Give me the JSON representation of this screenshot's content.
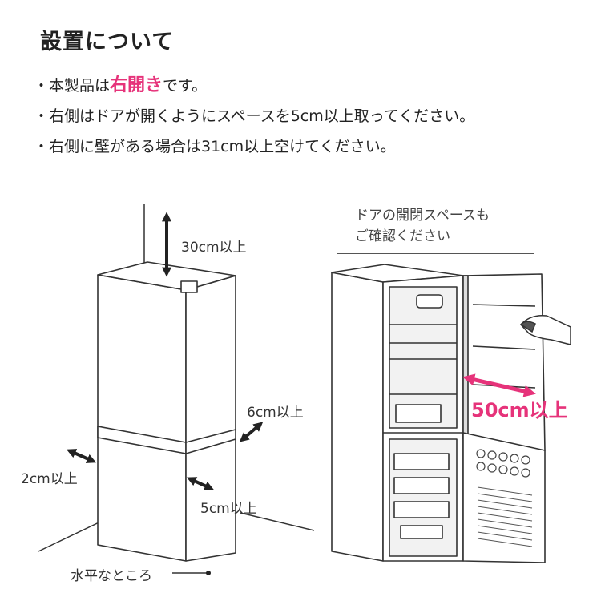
{
  "title": "設置について",
  "bullets": [
    {
      "prefix": "・本製品は",
      "highlight": "右開き",
      "suffix": "です。"
    },
    {
      "text": "・右側はドアが開くようにスペースを5cm以上取ってください。"
    },
    {
      "text": "・右側に壁がある場合は31cm以上空けてください。"
    }
  ],
  "left_figure": {
    "top_clearance": "30cm以上",
    "side_clearance": "6cm以上",
    "left_clearance": "2cm以上",
    "right_clearance": "5cm以上",
    "floor_note": "水平なところ"
  },
  "right_figure": {
    "callout_line1": "ドアの開閉スペースも",
    "callout_line2": "ご確認ください",
    "door_space": "50cm以上"
  },
  "colors": {
    "accent": "#e6337a",
    "line": "#333333"
  }
}
